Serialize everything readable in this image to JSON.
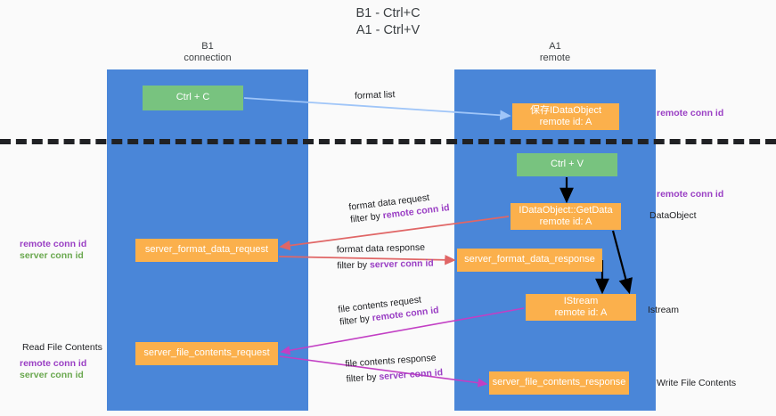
{
  "title": {
    "line1": "B1 - Ctrl+C",
    "line2": "A1 - Ctrl+V"
  },
  "columns": [
    {
      "name": "B1",
      "role": "connection"
    },
    {
      "name": "A1",
      "role": "remote"
    }
  ],
  "colors": {
    "lane": "#4a86d8",
    "green_node": "#78c37f",
    "orange_node": "#fbb04c",
    "remote_conn_id": "#9a3fc4",
    "server_conn_id": "#6aa84f",
    "format_list_arrow": "#9fc5f8",
    "format_data_arrow": "#e06666",
    "file_contents_arrow": "#c23fc4",
    "black_arrow": "#000000",
    "separator": "#202124",
    "background": "#fafafa"
  },
  "nodes": {
    "ctrl_c": "Ctrl + C",
    "ctrl_v": "Ctrl + V",
    "save_idataobject_line1": "保存IDataObject",
    "save_idataobject_line2": "remote id: A",
    "getdata_line1": "IDataObject::GetData",
    "getdata_line2": "remote id: A",
    "istream_line1": "IStream",
    "istream_line2": "remote id: A",
    "server_format_data_request": "server_format_data_request",
    "server_format_data_response": "server_format_data_response",
    "server_file_contents_request": "server_file_contents_request",
    "server_file_contents_response": "server_file_contents_response"
  },
  "edge_labels": {
    "format_list": "format list",
    "format_data_request": "format data request",
    "format_data_request_filter_prefix": "filter by ",
    "format_data_request_filter_key": "remote conn id",
    "format_data_response": "format data response",
    "format_data_response_filter_prefix": "filter by ",
    "format_data_response_filter_key": "server conn id",
    "file_contents_request": "file contents request",
    "file_contents_request_filter_prefix": "filter by ",
    "file_contents_request_filter_key": "remote conn id",
    "file_contents_response": "file contents response",
    "file_contents_response_filter_prefix": "filter by ",
    "file_contents_response_filter_key": "server conn id"
  },
  "annotations": {
    "right_remote_top": "remote conn id",
    "right_remote_mid": "remote conn id",
    "right_dataobject": "DataObject",
    "right_istream": "Istream",
    "right_write_file_contents": "Write File Contents",
    "left_remote_mid": "remote conn id",
    "left_server_mid": "server conn id",
    "left_read_file_contents": "Read File Contents",
    "left_remote_bot": "remote conn id",
    "left_server_bot": "server conn id"
  }
}
